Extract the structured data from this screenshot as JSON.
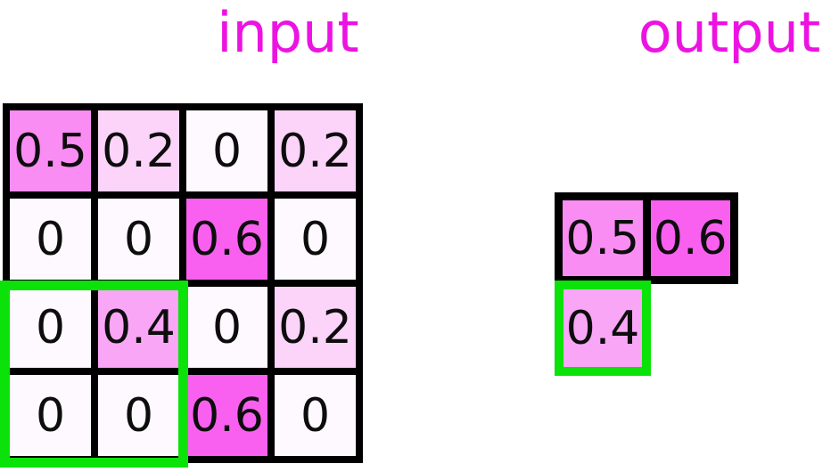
{
  "titles": {
    "input": "input",
    "output": "output"
  },
  "colors": {
    "title": "#ec13e2",
    "grid_line": "#000000",
    "highlight": "#0ae20a",
    "number_text": "#0d0d0d",
    "background": "#ffffff",
    "value_fills": {
      "0": "#fef9fe",
      "0.2": "#fcd4fa",
      "0.4": "#faa6f6",
      "0.5": "#fa8df3",
      "0.6": "#f960f0"
    }
  },
  "input_grid": {
    "rows": [
      [
        "0.5",
        "0.2",
        "0",
        "0.2"
      ],
      [
        "0",
        "0",
        "0.6",
        "0"
      ],
      [
        "0",
        "0.4",
        "0",
        "0.2"
      ],
      [
        "0",
        "0",
        "0.6",
        "0"
      ]
    ],
    "highlight_window": {
      "row_start": 3,
      "row_end": 4,
      "col_start": 1,
      "col_end": 2
    }
  },
  "output_grid": {
    "top_row": [
      {
        "value": "0.5"
      },
      {
        "value": "0.6"
      }
    ],
    "highlighted_cell": {
      "value": "0.4"
    }
  }
}
